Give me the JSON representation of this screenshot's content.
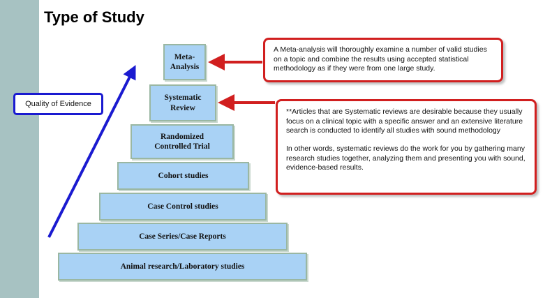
{
  "slide": {
    "title": "Type of Study"
  },
  "pyramid": {
    "levels": [
      {
        "label": "Meta-\nAnalysis"
      },
      {
        "label": "Systematic\nReview"
      },
      {
        "label": "Randomized\nControlled Trial"
      },
      {
        "label": "Cohort studies"
      },
      {
        "label": "Case Control studies"
      },
      {
        "label": "Case Series/Case Reports"
      },
      {
        "label": "Animal research/Laboratory studies"
      }
    ]
  },
  "quality_label": "Quality of Evidence",
  "callouts": {
    "meta_analysis": "A Meta-analysis  will thoroughly examine a number of valid studies on a topic and combine the results using accepted statistical methodology as if they were from one large study.",
    "systematic_review_p1": "**Articles that are Systematic reviews are desirable because they usually focus on a clinical topic with a specific answer and an extensive literature search is conducted to identify all studies with sound methodology",
    "systematic_review_p2": "In other words, systematic reviews do the work for you by gathering many research studies together, analyzing them and presenting you with sound, evidence-based results."
  },
  "colors": {
    "step_fill": "#a9d2f5",
    "callout_border": "#d11f1f",
    "quality_arrow": "#1a1ad0",
    "side_bar": "#a7c2c2"
  }
}
